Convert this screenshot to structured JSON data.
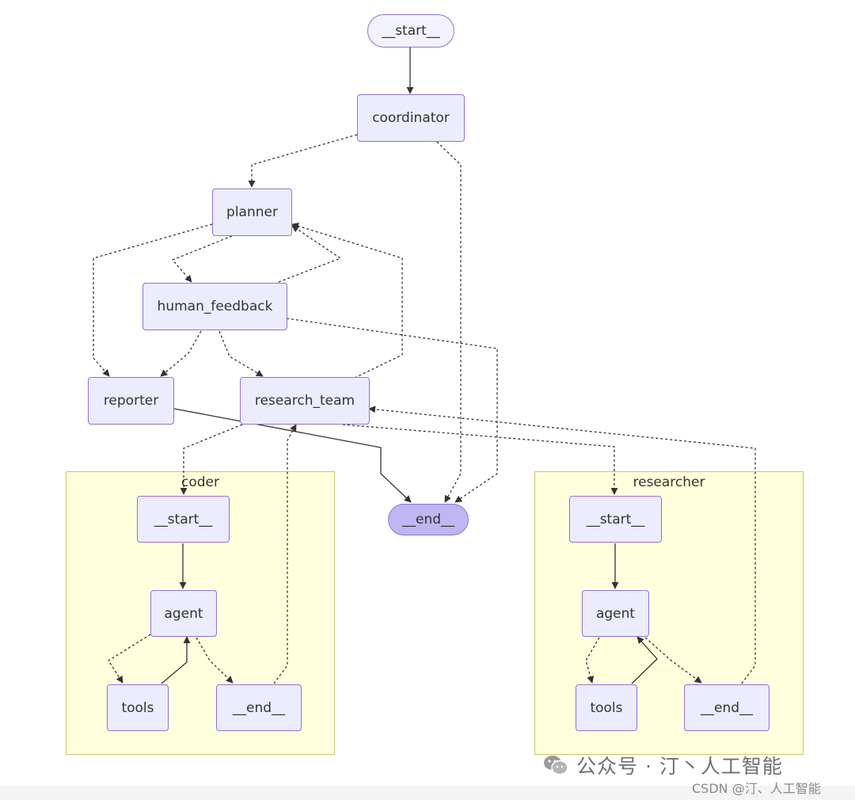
{
  "diagram": {
    "nodes": {
      "start_top": "__start__",
      "coordinator": "coordinator",
      "planner": "planner",
      "human_feedback": "human_feedback",
      "reporter": "reporter",
      "research_team": "research_team",
      "end_main": "__end__"
    },
    "clusters": {
      "coder": {
        "label": "coder",
        "start": "__start__",
        "agent": "agent",
        "tools": "tools",
        "end": "__end__"
      },
      "researcher": {
        "label": "researcher",
        "start": "__start__",
        "agent": "agent",
        "tools": "tools",
        "end": "__end__"
      }
    },
    "edges": [
      {
        "from": "__start__",
        "to": "coordinator",
        "style": "solid"
      },
      {
        "from": "coordinator",
        "to": "planner",
        "style": "dotted"
      },
      {
        "from": "coordinator",
        "to": "__end__",
        "style": "dotted"
      },
      {
        "from": "planner",
        "to": "human_feedback",
        "style": "dotted"
      },
      {
        "from": "planner",
        "to": "reporter",
        "style": "dotted"
      },
      {
        "from": "human_feedback",
        "to": "planner",
        "style": "dotted"
      },
      {
        "from": "human_feedback",
        "to": "reporter",
        "style": "dotted"
      },
      {
        "from": "human_feedback",
        "to": "research_team",
        "style": "dotted"
      },
      {
        "from": "human_feedback",
        "to": "__end__",
        "style": "dotted"
      },
      {
        "from": "research_team",
        "to": "planner",
        "style": "dotted"
      },
      {
        "from": "research_team",
        "to": "coder",
        "style": "dotted"
      },
      {
        "from": "research_team",
        "to": "researcher",
        "style": "dotted"
      },
      {
        "from": "reporter",
        "to": "__end__",
        "style": "solid"
      },
      {
        "from": "coder",
        "to": "research_team",
        "style": "dotted"
      },
      {
        "from": "researcher",
        "to": "research_team",
        "style": "dotted"
      },
      {
        "from": "coder.__start__",
        "to": "coder.agent",
        "style": "solid"
      },
      {
        "from": "coder.agent",
        "to": "coder.tools",
        "style": "dotted"
      },
      {
        "from": "coder.tools",
        "to": "coder.agent",
        "style": "solid"
      },
      {
        "from": "coder.agent",
        "to": "coder.__end__",
        "style": "dotted"
      },
      {
        "from": "researcher.__start__",
        "to": "researcher.agent",
        "style": "solid"
      },
      {
        "from": "researcher.agent",
        "to": "researcher.tools",
        "style": "dotted"
      },
      {
        "from": "researcher.tools",
        "to": "researcher.agent",
        "style": "solid"
      },
      {
        "from": "researcher.agent",
        "to": "researcher.__end__",
        "style": "dotted"
      }
    ]
  },
  "watermark": {
    "icon": "wechat-icon",
    "text": "公众号 · 汀丶人工智能",
    "csdn": "CSDN @汀、人工智能"
  },
  "colors": {
    "node_fill": "#ececff",
    "node_border": "#9370db",
    "end_fill": "#bfb6f2",
    "cluster_fill": "#ffffde",
    "cluster_border": "#c8c86a",
    "edge": "#333333"
  }
}
